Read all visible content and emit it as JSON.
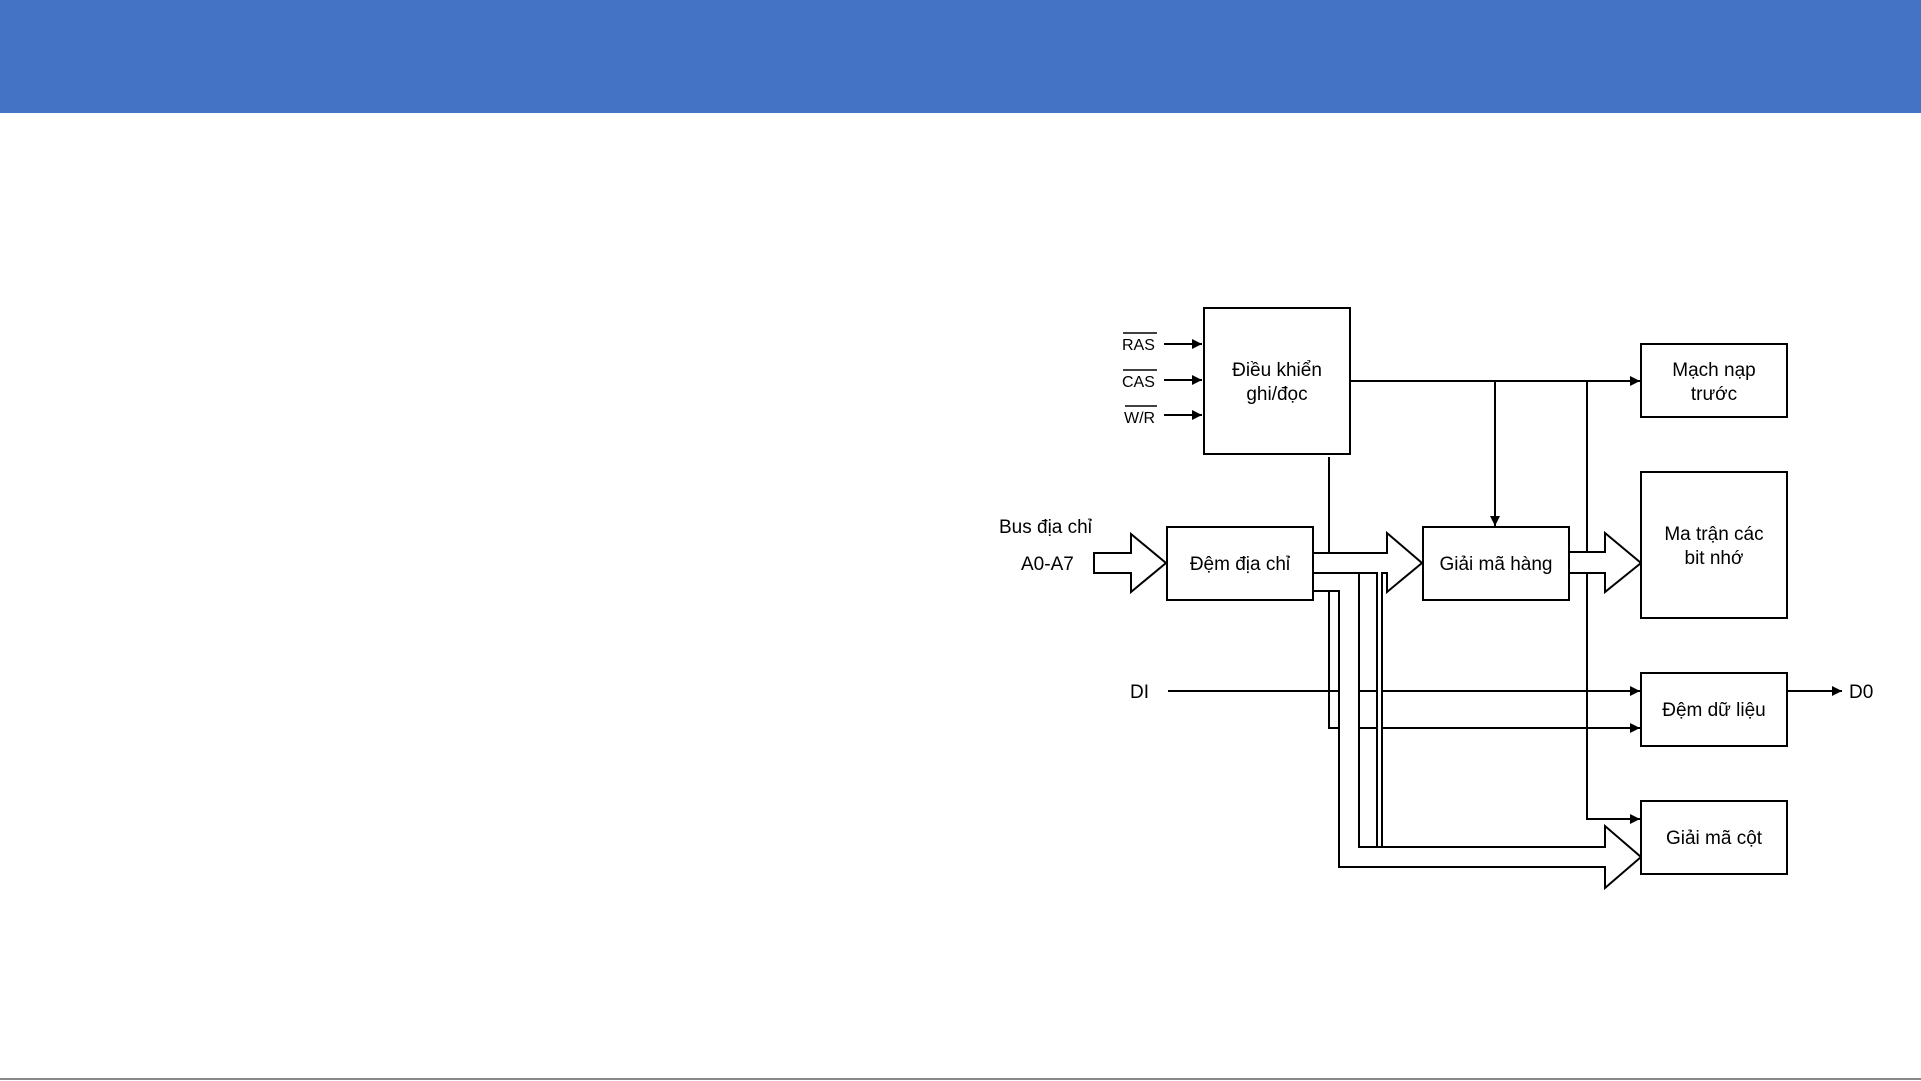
{
  "colors": {
    "header": "#4472C4",
    "line": "#000000",
    "background": "#FFFFFF",
    "rule": "#888888"
  },
  "diagram": {
    "blocks": {
      "control": [
        "Điều khiển",
        "ghi/đọc"
      ],
      "precharge": [
        "Mạch nạp",
        "trước"
      ],
      "address_buffer": "Đệm địa chỉ",
      "row_decoder": "Giải mã hàng",
      "bit_matrix": [
        "Ma trận các",
        "bit nhớ"
      ],
      "data_buffer": "Đệm dữ liệu",
      "column_decoder": "Giải mã cột"
    },
    "signals": {
      "ras": "RAS",
      "cas": "CAS",
      "wr": "W/R",
      "address_bus": [
        "Bus địa chỉ",
        "A0-A7"
      ],
      "data_in": "DI",
      "data_out": "D0"
    }
  }
}
